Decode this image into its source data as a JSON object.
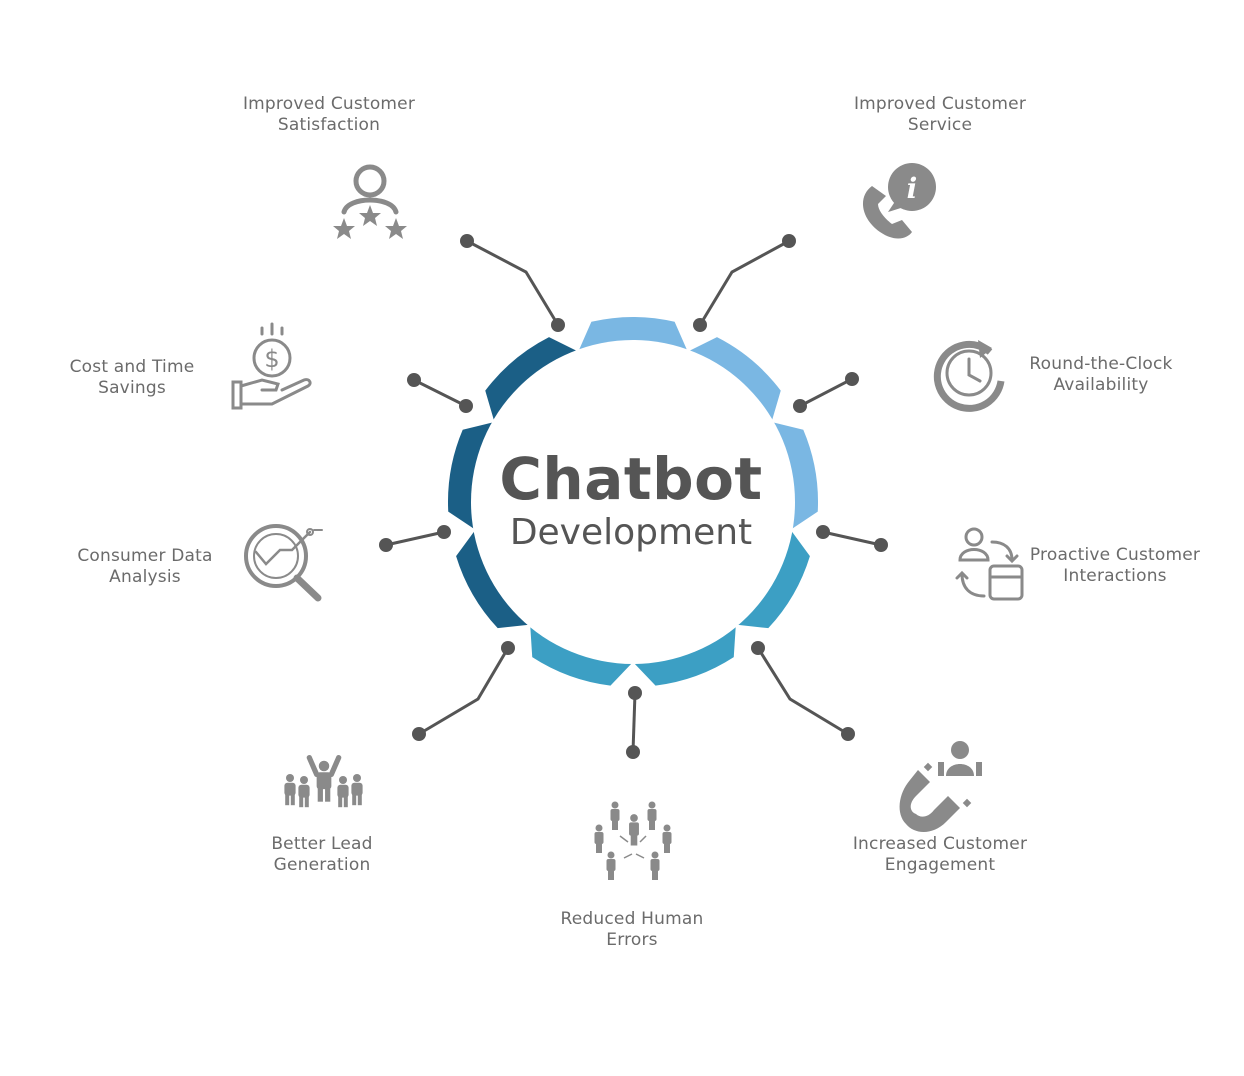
{
  "center": {
    "title": "Chatbot",
    "subtitle": "Development"
  },
  "colors": {
    "dark_blue": "#1b5f86",
    "light_blue": "#7ab7e3",
    "mid_blue": "#3c9fc4",
    "connector": "#555555",
    "icon": "#8a8a8a",
    "text": "#6b6b6b"
  },
  "benefits": [
    {
      "id": "satisfaction",
      "icon": "user-stars-icon",
      "line1": "Improved Customer",
      "line2": "Satisfaction"
    },
    {
      "id": "service",
      "icon": "phone-info-icon",
      "line1": "Improved Customer",
      "line2": "Service"
    },
    {
      "id": "availability",
      "icon": "clock-icon",
      "line1": "Round-the-Clock",
      "line2": "Availability"
    },
    {
      "id": "proactive",
      "icon": "user-browser-cycle-icon",
      "line1": "Proactive Customer",
      "line2": "Interactions"
    },
    {
      "id": "engagement",
      "icon": "magnet-user-icon",
      "line1": "Increased Customer",
      "line2": "Engagement"
    },
    {
      "id": "errors",
      "icon": "people-network-icon",
      "line1": "Reduced Human",
      "line2": "Errors"
    },
    {
      "id": "leads",
      "icon": "group-celebrate-icon",
      "line1": "Better Lead",
      "line2": "Generation"
    },
    {
      "id": "data",
      "icon": "magnifier-chart-icon",
      "line1": "Consumer Data",
      "line2": "Analysis"
    },
    {
      "id": "savings",
      "icon": "hand-dollar-icon",
      "line1": "Cost and Time",
      "line2": "Savings"
    }
  ]
}
